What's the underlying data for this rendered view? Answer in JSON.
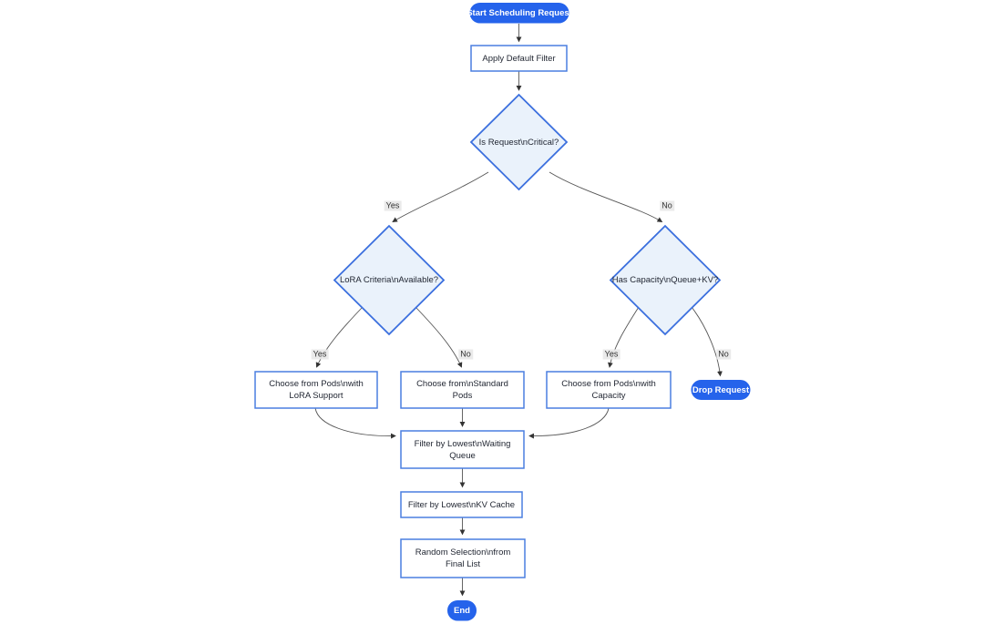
{
  "diagram": {
    "type": "flowchart",
    "direction": "top-down",
    "nodes": {
      "start": {
        "shape": "stadium",
        "label": "Start Scheduling Request",
        "lines": [
          "Start Scheduling Request"
        ]
      },
      "apply_filter": {
        "shape": "process",
        "label": "Apply Default Filter",
        "lines": [
          "Apply Default Filter"
        ]
      },
      "is_critical": {
        "shape": "decision",
        "label": "Is Request\\nCritical?",
        "lines": [
          "Is Request\\nCritical?"
        ]
      },
      "lora_criteria": {
        "shape": "decision",
        "label": "LoRA Criteria\\nAvailable?",
        "lines": [
          "LoRA Criteria\\nAvailable?"
        ]
      },
      "has_capacity": {
        "shape": "decision",
        "label": "Has Capacity\\nQueue+KV?",
        "lines": [
          "Has Capacity\\nQueue+KV?"
        ]
      },
      "choose_lora": {
        "shape": "process",
        "label": "Choose from Pods\\nwith LoRA Support",
        "lines": [
          "Choose from Pods\\nwith",
          "LoRA Support"
        ]
      },
      "choose_standard": {
        "shape": "process",
        "label": "Choose from\\nStandard Pods",
        "lines": [
          "Choose from\\nStandard",
          "Pods"
        ]
      },
      "choose_capacity": {
        "shape": "process",
        "label": "Choose from Pods\\nwith Capacity",
        "lines": [
          "Choose from Pods\\nwith",
          "Capacity"
        ]
      },
      "drop_request": {
        "shape": "stadium",
        "label": "Drop Request",
        "lines": [
          "Drop Request"
        ]
      },
      "filter_waiting": {
        "shape": "process",
        "label": "Filter by Lowest\\nWaiting Queue",
        "lines": [
          "Filter by Lowest\\nWaiting",
          "Queue"
        ]
      },
      "filter_kv": {
        "shape": "process",
        "label": "Filter by Lowest\\nKV Cache",
        "lines": [
          "Filter by Lowest\\nKV Cache"
        ]
      },
      "random_selection": {
        "shape": "process",
        "label": "Random Selection\\nfrom Final List",
        "lines": [
          "Random Selection\\nfrom",
          "Final List"
        ]
      },
      "end": {
        "shape": "stadium",
        "label": "End",
        "lines": [
          "End"
        ]
      }
    },
    "edge_labels": {
      "critical_yes": "Yes",
      "critical_no": "No",
      "lora_yes": "Yes",
      "lora_no": "No",
      "capacity_yes": "Yes",
      "capacity_no": "No"
    },
    "connections": [
      {
        "from": "start",
        "to": "apply_filter"
      },
      {
        "from": "apply_filter",
        "to": "is_critical"
      },
      {
        "from": "is_critical",
        "to": "lora_criteria",
        "label": "Yes"
      },
      {
        "from": "is_critical",
        "to": "has_capacity",
        "label": "No"
      },
      {
        "from": "lora_criteria",
        "to": "choose_lora",
        "label": "Yes"
      },
      {
        "from": "lora_criteria",
        "to": "choose_standard",
        "label": "No"
      },
      {
        "from": "has_capacity",
        "to": "choose_capacity",
        "label": "Yes"
      },
      {
        "from": "has_capacity",
        "to": "drop_request",
        "label": "No"
      },
      {
        "from": "choose_lora",
        "to": "filter_waiting"
      },
      {
        "from": "choose_standard",
        "to": "filter_waiting"
      },
      {
        "from": "choose_capacity",
        "to": "filter_waiting"
      },
      {
        "from": "filter_waiting",
        "to": "filter_kv"
      },
      {
        "from": "filter_kv",
        "to": "random_selection"
      },
      {
        "from": "random_selection",
        "to": "end"
      }
    ],
    "colors": {
      "terminal_fill": "#2563EB",
      "terminal_text": "#FFFFFF",
      "process_fill": "#FFFFFF",
      "process_border": "#4A7FE0",
      "decision_fill": "#EAF2FB",
      "decision_border": "#3B6FDE",
      "edge_stroke": "#555555",
      "edge_label_bg": "#E8E8E8",
      "text": "#1F2430"
    }
  }
}
